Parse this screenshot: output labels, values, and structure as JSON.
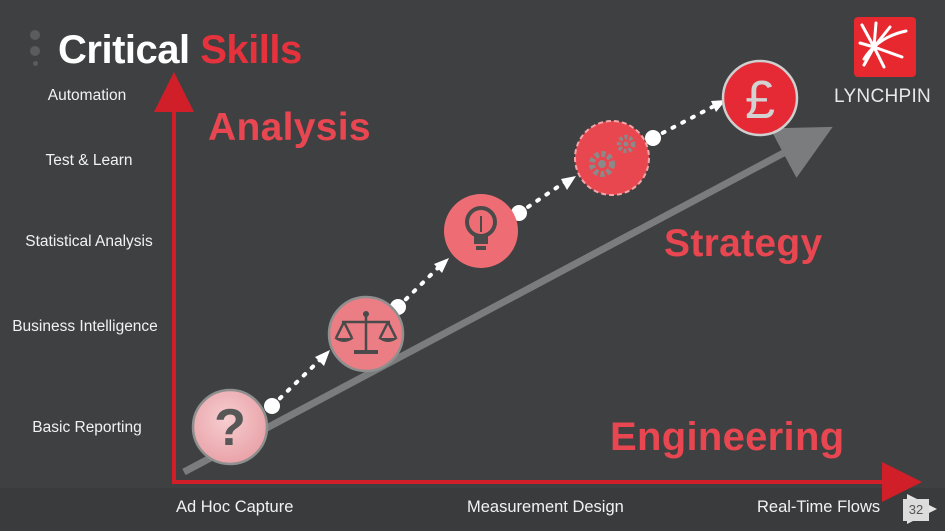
{
  "slide": {
    "title_part1": "Critical ",
    "title_part2": "Skills",
    "page_number": "32"
  },
  "logo": {
    "text": "LYNCHPIN",
    "color": "#e8282f"
  },
  "y_axis": {
    "labels": [
      "Automation",
      "Test & Learn",
      "Statistical Analysis",
      "Business Intelligence",
      "Basic Reporting"
    ]
  },
  "x_axis": {
    "labels": [
      "Ad Hoc Capture",
      "Measurement  Design",
      "Real-Time Flows"
    ]
  },
  "regions": {
    "analysis": "Analysis",
    "strategy": "Strategy",
    "engineering": "Engineering"
  },
  "steps": [
    {
      "icon": "question-mark-icon",
      "glyph": "?"
    },
    {
      "icon": "scales-icon"
    },
    {
      "icon": "lightbulb-icon"
    },
    {
      "icon": "gears-icon"
    },
    {
      "icon": "pound-sign-icon",
      "glyph": "£"
    }
  ],
  "colors": {
    "background": "#3f4041",
    "accent_red": "#e6323c",
    "axis_red": "#d01f28",
    "trend_gray": "#7b7c7e"
  }
}
